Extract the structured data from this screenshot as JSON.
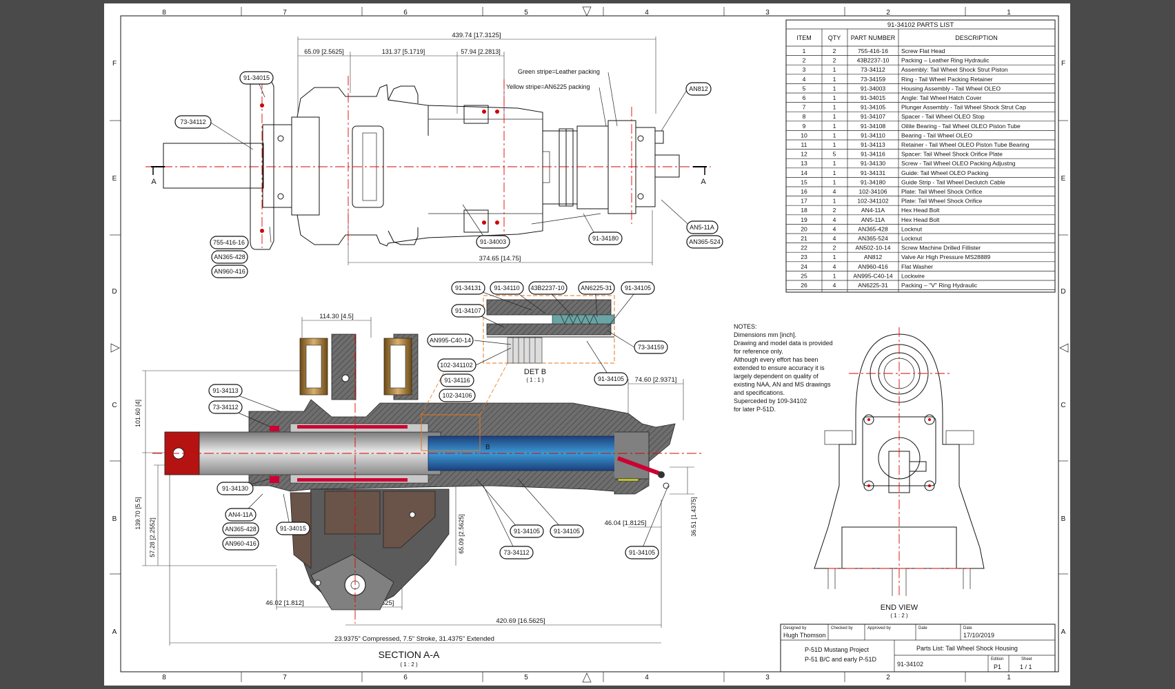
{
  "border": {
    "columns": [
      "8",
      "7",
      "6",
      "5",
      "4",
      "3",
      "2",
      "1"
    ],
    "rows": [
      "F",
      "E",
      "D",
      "C",
      "B",
      "A"
    ]
  },
  "parts_list": {
    "title": "91-34102 PARTS LIST",
    "headers": [
      "ITEM",
      "QTY",
      "PART NUMBER",
      "DESCRIPTION"
    ],
    "rows": [
      [
        "1",
        "2",
        "755-416-16",
        "Screw Flat Head"
      ],
      [
        "2",
        "2",
        "43B2237-10",
        "Packing – Leather Ring Hydraulic"
      ],
      [
        "3",
        "1",
        "73-34112",
        "Assembly: Tail Wheel Shock Strut Piston"
      ],
      [
        "4",
        "1",
        "73-34159",
        "Ring - Tail Wheel Packing Retainer"
      ],
      [
        "5",
        "1",
        "91-34003",
        "Housing Assembly - Tail Wheel OLEO"
      ],
      [
        "6",
        "1",
        "91-34015",
        "Angle: Tail Wheel Hatch Cover"
      ],
      [
        "7",
        "1",
        "91-34105",
        "Plunger Assembly - Tail Wheel Shock Strut Cap"
      ],
      [
        "8",
        "1",
        "91-34107",
        "Spacer - Tail Wheel OLEO Stop"
      ],
      [
        "9",
        "1",
        "91-34108",
        "Oilite Bearing - Tail Wheel OLEO Piston Tube"
      ],
      [
        "10",
        "1",
        "91-34110",
        "Bearing - Tail Wheel OLEO"
      ],
      [
        "11",
        "1",
        "91-34113",
        "Retainer - Tail Wheel OLEO Piston Tube Bearing"
      ],
      [
        "12",
        "5",
        "91-34116",
        "Spacer: Tail Wheel Shock Orifice Plate"
      ],
      [
        "13",
        "1",
        "91-34130",
        "Screw - Tail Wheel OLEO Packing Adjustng"
      ],
      [
        "14",
        "1",
        "91-34131",
        "Guide: Tail Wheel OLEO Packing"
      ],
      [
        "15",
        "1",
        "91-34180",
        "Guide Strip - Tail Wheel Declutch Cable"
      ],
      [
        "16",
        "4",
        "102-34106",
        "Plate: Tail Wheel Shock Orifice"
      ],
      [
        "17",
        "1",
        "102-341102",
        "Plate: Tail Wheel Shock Orifice"
      ],
      [
        "18",
        "2",
        "AN4-11A",
        "Hex Head Bolt"
      ],
      [
        "19",
        "4",
        "AN5-11A",
        "Hex Head Bolt"
      ],
      [
        "20",
        "4",
        "AN365-428",
        "Locknut"
      ],
      [
        "21",
        "4",
        "AN365-524",
        "Locknut"
      ],
      [
        "22",
        "2",
        "AN502-10-14",
        "Screw Machine Drilled Fillister"
      ],
      [
        "23",
        "1",
        "AN812",
        "Valve Air High Pressure MS28889"
      ],
      [
        "24",
        "4",
        "AN960-416",
        "Flat Washer"
      ],
      [
        "25",
        "1",
        "AN995-C40-14",
        "Lockwire"
      ],
      [
        "26",
        "4",
        "AN6225-31",
        "Packing – \"V\" Ring Hydraulic"
      ]
    ]
  },
  "top_view": {
    "dims": {
      "overall": "439.74 [17.3125]",
      "d1": "65.09 [2.5625]",
      "d2": "131.37 [5.1719]",
      "d3": "57.94 [2.2813]",
      "bottom": "374.65 [14.75]"
    },
    "notes": {
      "green": "Green stripe=Leather packing",
      "yellow": "Yellow stripe=AN6225 packing"
    },
    "section_marks": [
      "A",
      "A"
    ],
    "balloons": [
      "91-34015",
      "73-34112",
      "755-416-16",
      "AN365-428",
      "AN960-416",
      "91-34003",
      "91-34180",
      "AN812",
      "AN5-11A",
      "AN365-524"
    ]
  },
  "section": {
    "title": "SECTION A-A",
    "scale": "( 1 : 2 )",
    "dims": {
      "top": "114.30 [4.5]",
      "left_v": "101.60 [4]",
      "left_v2": "139.70 [5.5]",
      "left_v3": "57.28 [2.2552]",
      "mid_v": "65.09 [2.5625]",
      "right_h": "74.60 [2.9371]",
      "right_h2": "46.04 [1.8125]",
      "right_v": "36.51 [1.4375]",
      "b1": "46.02 [1.812]",
      "b2": "77.79 [3.0625]",
      "b3": "420.69 [16.5625]",
      "stroke": "23.9375\" Compressed, 7.5\" Stroke, 31.4375\" Extended"
    },
    "detail_marker": "B",
    "balloons": [
      "91-34113",
      "73-34112",
      "91-34130",
      "AN4-11A",
      "AN365-428",
      "AN960-416",
      "91-34015",
      "91-34105",
      "91-34105",
      "73-34112",
      "91-34105"
    ]
  },
  "detail": {
    "title": "DET B",
    "scale": "( 1 : 1 )",
    "balloons": [
      "91-34131",
      "91-34110",
      "43B2237-10",
      "AN6225-31",
      "91-34105",
      "91-34107",
      "AN995-C40-14",
      "73-34159",
      "102-341102",
      "91-34116",
      "102-34106",
      "91-34105"
    ]
  },
  "notes": {
    "lines": [
      "NOTES:",
      "Dimensions mm [inch].",
      "Drawing and model data is provided",
      "for reference only.",
      "Although every effort has been",
      "extended to ensure accuracy it is",
      "largely dependent on quality of",
      "existing NAA, AN and MS drawings",
      "and specifications.",
      "Superceded by 109-34102",
      "for later P-51D."
    ]
  },
  "end_view": {
    "title": "END VIEW",
    "scale": "( 1 : 2 )"
  },
  "title_block": {
    "designed_by_label": "Designed by",
    "designed_by": "Hugh Thomson",
    "checked_by_label": "Checked by",
    "approved_by_label": "Approved by",
    "date_label": "Date",
    "date_label2": "Date",
    "date": "17/10/2019",
    "project1": "P-51D Mustang Project",
    "project2": "P-51 B/C and early P-51D",
    "title": "Parts List: Tail Wheel Shock Housing",
    "number": "91-34102",
    "edition_label": "Edition",
    "edition": "P1",
    "sheet_label": "Sheet",
    "sheet": "1 / 1"
  },
  "colors": {
    "centerline": "#d00000",
    "piston": "#2a78b8",
    "bronze": "#8a6a2a",
    "cap": "#c01010"
  }
}
